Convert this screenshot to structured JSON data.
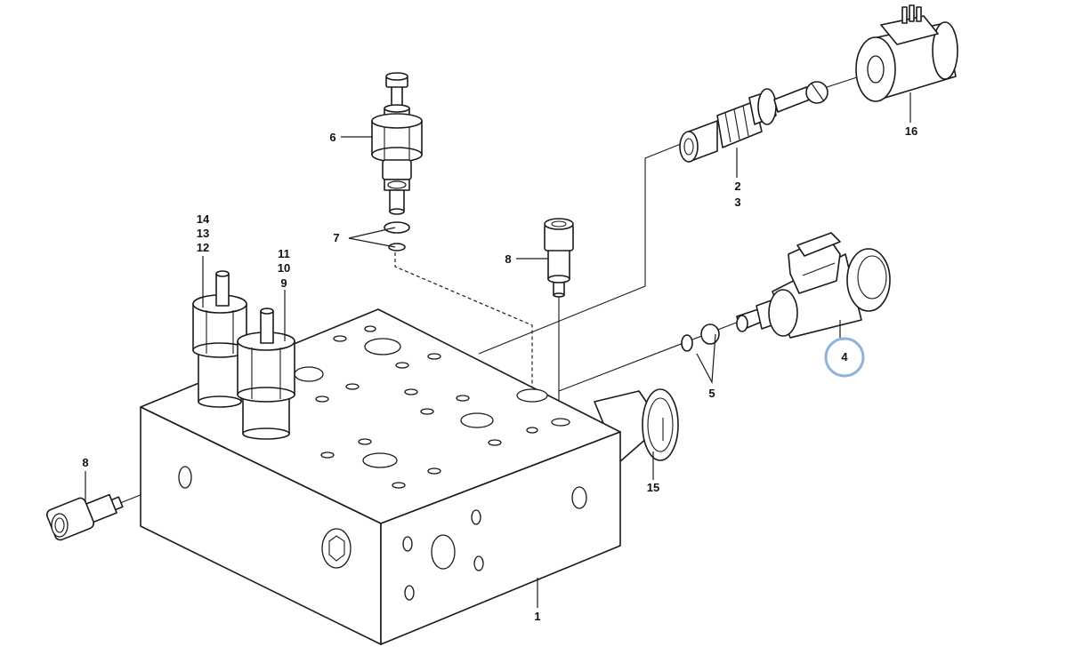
{
  "labels": {
    "l1": "1",
    "l2": "2",
    "l3": "3",
    "l4": "4",
    "l5": "5",
    "l6": "6",
    "l7": "7",
    "l8a": "8",
    "l8b": "8",
    "l9": "9",
    "l10": "10",
    "l11": "11",
    "l12": "12",
    "l13": "13",
    "l14": "14",
    "l15": "15",
    "l16": "16"
  },
  "highlight_color": "#8fb3d9"
}
